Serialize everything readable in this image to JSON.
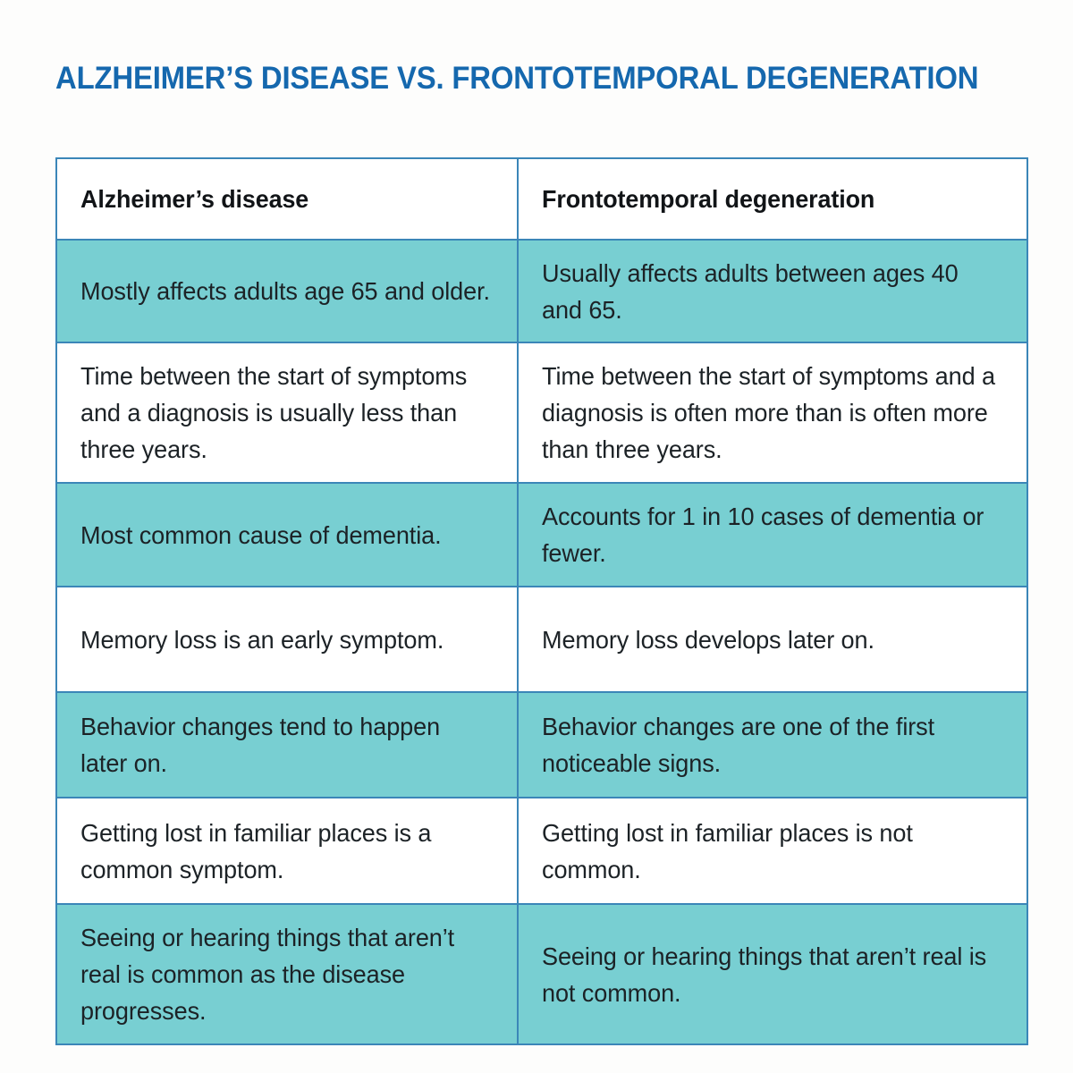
{
  "page": {
    "title": "ALZHEIMER’S DISEASE VS. FRONTOTEMPORAL DEGENERATION",
    "background_color": "#fdfdfc"
  },
  "colors": {
    "title_blue": "#1568ae",
    "border_blue": "#3b86b8",
    "row_teal": "#78cfd2",
    "row_white": "#ffffff",
    "body_text": "#1c2226",
    "header_text": "#111417"
  },
  "table": {
    "columns": [
      {
        "key": "alzheimers",
        "header": "Alzheimer’s disease"
      },
      {
        "key": "ftd",
        "header": "Frontotemporal degeneration"
      }
    ],
    "rows": [
      {
        "shade": "teal",
        "alzheimers": "Mostly affects adults age 65 and older.",
        "ftd": "Usually affects adults between ages 40 and 65."
      },
      {
        "shade": "white",
        "alzheimers": "Time between the start of symptoms and a diagnosis is usually less than three years.",
        "ftd": "Time between the start of symptoms and a diagnosis is often more than is often more than three years."
      },
      {
        "shade": "teal",
        "alzheimers": "Most common cause of dementia.",
        "ftd": "Accounts for 1 in 10 cases of dementia or fewer."
      },
      {
        "shade": "white",
        "alzheimers": "Memory loss is an early symptom.",
        "ftd": "Memory loss develops later on."
      },
      {
        "shade": "teal",
        "alzheimers": "Behavior changes tend to happen later on.",
        "ftd": "Behavior changes are one of the first noticeable signs."
      },
      {
        "shade": "white",
        "alzheimers": "Getting lost in familiar places is a common symptom.",
        "ftd": "Getting lost in familiar places is not common."
      },
      {
        "shade": "teal",
        "alzheimers": "Seeing or hearing things that aren’t real is common as the disease progresses.",
        "ftd": "Seeing or hearing things that aren’t real is not common."
      }
    ]
  }
}
